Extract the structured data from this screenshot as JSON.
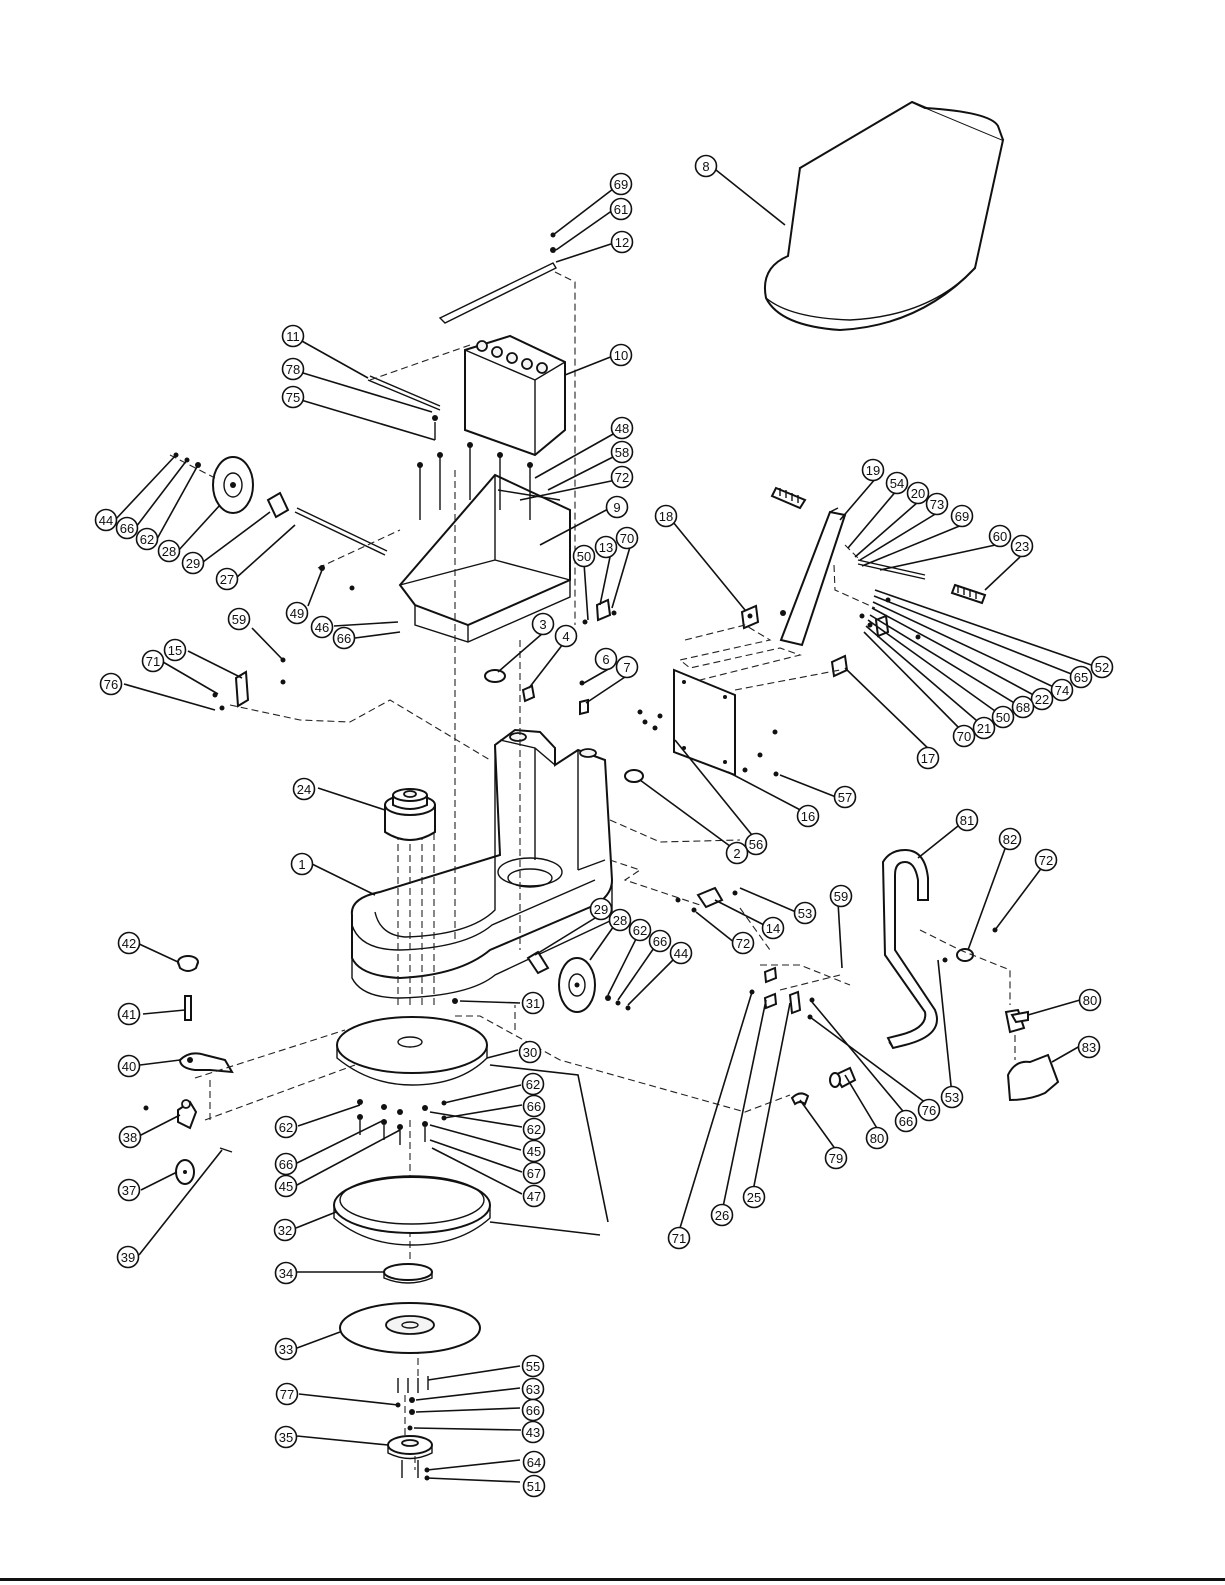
{
  "diagram": {
    "callouts": [
      {
        "id": "c8",
        "label": "8"
      },
      {
        "id": "c69a",
        "label": "69"
      },
      {
        "id": "c61",
        "label": "61"
      },
      {
        "id": "c12",
        "label": "12"
      },
      {
        "id": "c11",
        "label": "11"
      },
      {
        "id": "c78",
        "label": "78"
      },
      {
        "id": "c75",
        "label": "75"
      },
      {
        "id": "c10",
        "label": "10"
      },
      {
        "id": "c48",
        "label": "48"
      },
      {
        "id": "c58",
        "label": "58"
      },
      {
        "id": "c72a",
        "label": "72"
      },
      {
        "id": "c9",
        "label": "9"
      },
      {
        "id": "c44a",
        "label": "44"
      },
      {
        "id": "c66a",
        "label": "66"
      },
      {
        "id": "c62a",
        "label": "62"
      },
      {
        "id": "c28a",
        "label": "28"
      },
      {
        "id": "c29a",
        "label": "29"
      },
      {
        "id": "c27",
        "label": "27"
      },
      {
        "id": "c49",
        "label": "49"
      },
      {
        "id": "c46",
        "label": "46"
      },
      {
        "id": "c66b",
        "label": "66"
      },
      {
        "id": "c59a",
        "label": "59"
      },
      {
        "id": "c15",
        "label": "15"
      },
      {
        "id": "c71a",
        "label": "71"
      },
      {
        "id": "c76a",
        "label": "76"
      },
      {
        "id": "c50a",
        "label": "50"
      },
      {
        "id": "c13",
        "label": "13"
      },
      {
        "id": "c70a",
        "label": "70"
      },
      {
        "id": "c3",
        "label": "3"
      },
      {
        "id": "c4",
        "label": "4"
      },
      {
        "id": "c6",
        "label": "6"
      },
      {
        "id": "c7",
        "label": "7"
      },
      {
        "id": "c18",
        "label": "18"
      },
      {
        "id": "c19",
        "label": "19"
      },
      {
        "id": "c54",
        "label": "54"
      },
      {
        "id": "c20",
        "label": "20"
      },
      {
        "id": "c73",
        "label": "73"
      },
      {
        "id": "c69b",
        "label": "69"
      },
      {
        "id": "c60",
        "label": "60"
      },
      {
        "id": "c23",
        "label": "23"
      },
      {
        "id": "c52",
        "label": "52"
      },
      {
        "id": "c65",
        "label": "65"
      },
      {
        "id": "c74",
        "label": "74"
      },
      {
        "id": "c22",
        "label": "22"
      },
      {
        "id": "c68",
        "label": "68"
      },
      {
        "id": "c50b",
        "label": "50"
      },
      {
        "id": "c21",
        "label": "21"
      },
      {
        "id": "c70b",
        "label": "70"
      },
      {
        "id": "c17",
        "label": "17"
      },
      {
        "id": "c57",
        "label": "57"
      },
      {
        "id": "c16",
        "label": "16"
      },
      {
        "id": "c56",
        "label": "56"
      },
      {
        "id": "c2",
        "label": "2"
      },
      {
        "id": "c24",
        "label": "24"
      },
      {
        "id": "c1",
        "label": "1"
      },
      {
        "id": "c81",
        "label": "81"
      },
      {
        "id": "c82",
        "label": "82"
      },
      {
        "id": "c72b",
        "label": "72"
      },
      {
        "id": "c53a",
        "label": "53"
      },
      {
        "id": "c14",
        "label": "14"
      },
      {
        "id": "c72c",
        "label": "72"
      },
      {
        "id": "c29b",
        "label": "29"
      },
      {
        "id": "c28b",
        "label": "28"
      },
      {
        "id": "c62b",
        "label": "62"
      },
      {
        "id": "c66c",
        "label": "66"
      },
      {
        "id": "c44b",
        "label": "44"
      },
      {
        "id": "c59b",
        "label": "59"
      },
      {
        "id": "c80a",
        "label": "80"
      },
      {
        "id": "c83",
        "label": "83"
      },
      {
        "id": "c42",
        "label": "42"
      },
      {
        "id": "c41",
        "label": "41"
      },
      {
        "id": "c40",
        "label": "40"
      },
      {
        "id": "c38",
        "label": "38"
      },
      {
        "id": "c37",
        "label": "37"
      },
      {
        "id": "c39",
        "label": "39"
      },
      {
        "id": "c31",
        "label": "31"
      },
      {
        "id": "c30",
        "label": "30"
      },
      {
        "id": "c62c",
        "label": "62"
      },
      {
        "id": "c66d",
        "label": "66"
      },
      {
        "id": "c62d",
        "label": "62"
      },
      {
        "id": "c45a",
        "label": "45"
      },
      {
        "id": "c67",
        "label": "67"
      },
      {
        "id": "c47",
        "label": "47"
      },
      {
        "id": "c62e",
        "label": "62"
      },
      {
        "id": "c66e",
        "label": "66"
      },
      {
        "id": "c45b",
        "label": "45"
      },
      {
        "id": "c32",
        "label": "32"
      },
      {
        "id": "c34",
        "label": "34"
      },
      {
        "id": "c33",
        "label": "33"
      },
      {
        "id": "c55",
        "label": "55"
      },
      {
        "id": "c63",
        "label": "63"
      },
      {
        "id": "c66f",
        "label": "66"
      },
      {
        "id": "c43",
        "label": "43"
      },
      {
        "id": "c77",
        "label": "77"
      },
      {
        "id": "c35",
        "label": "35"
      },
      {
        "id": "c64",
        "label": "64"
      },
      {
        "id": "c51",
        "label": "51"
      },
      {
        "id": "c71b",
        "label": "71"
      },
      {
        "id": "c26",
        "label": "26"
      },
      {
        "id": "c25",
        "label": "25"
      },
      {
        "id": "c79",
        "label": "79"
      },
      {
        "id": "c80b",
        "label": "80"
      },
      {
        "id": "c66g",
        "label": "66"
      },
      {
        "id": "c76b",
        "label": "76"
      },
      {
        "id": "c53b",
        "label": "53"
      }
    ]
  }
}
